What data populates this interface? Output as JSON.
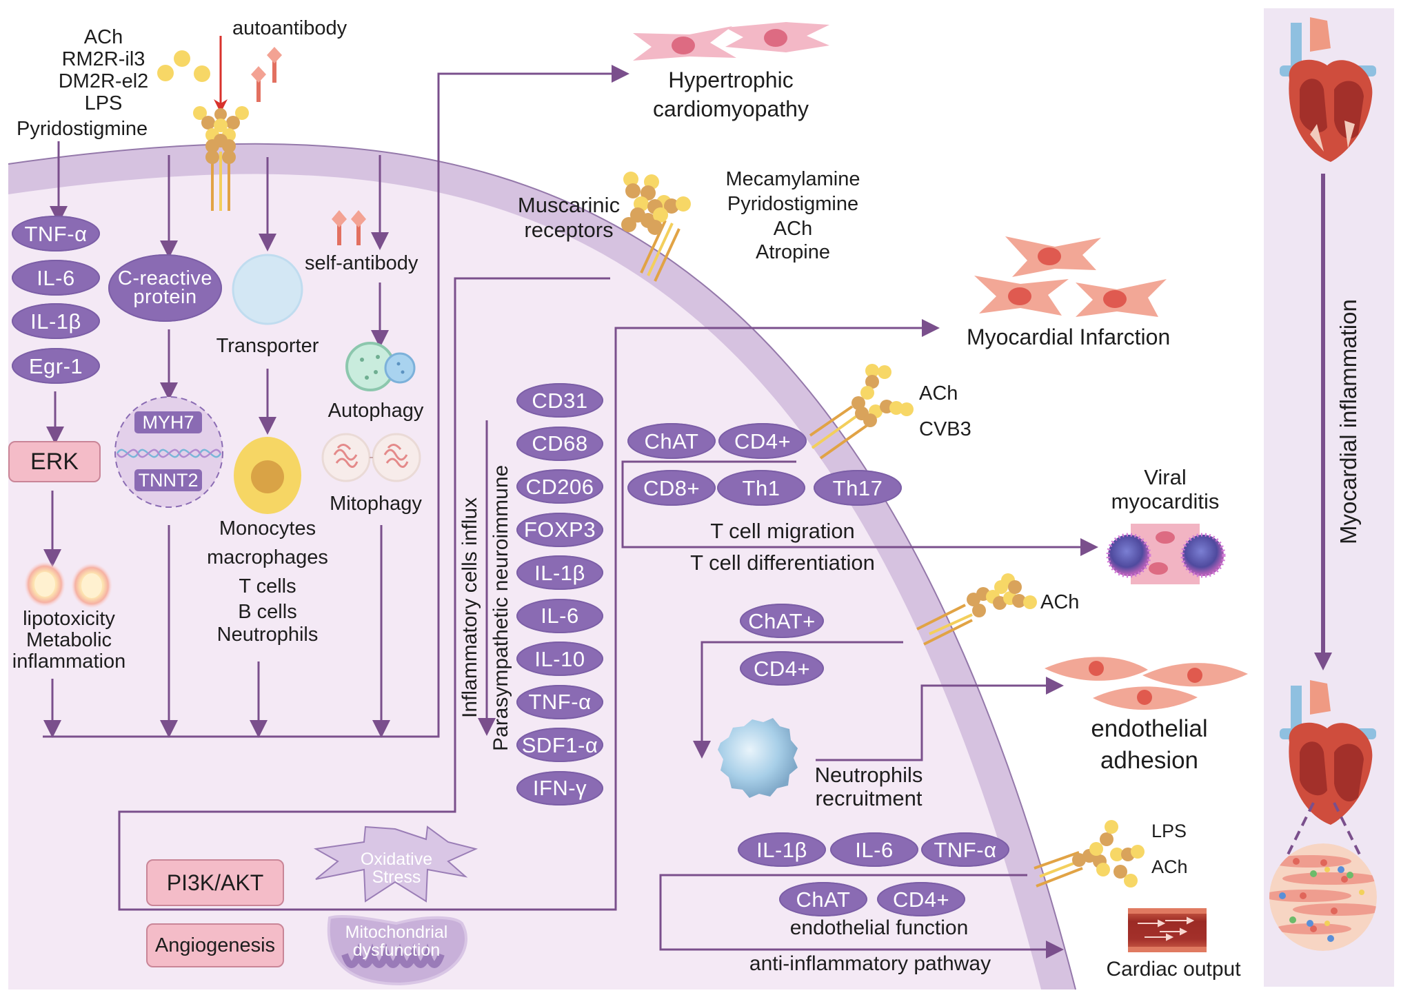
{
  "colors": {
    "cell_interior": "#f4e9f5",
    "membrane": "#d6c2e0",
    "pill": "#8a6bb3",
    "arrow": "#7a4f8c",
    "pink_box": "#f4bcc8",
    "right_panel": "#efe6f3"
  },
  "top_left_ligands": [
    "ACh",
    "RM2R-il3",
    "DM2R-el2",
    "LPS",
    "Pyridostigmine"
  ],
  "autoantibody_label": "autoantibody",
  "col1": {
    "cytokines": [
      "TNF-α",
      "IL-6",
      "IL-1β",
      "Egr-1"
    ],
    "erk": "ERK",
    "outcome_lines": [
      "lipotoxicity",
      "Metabolic",
      "inflammation"
    ]
  },
  "col2": {
    "crp_line1": "C-reactive",
    "crp_line2": "protein",
    "gene_top": "MYH7",
    "gene_bottom": "TNNT2"
  },
  "col3": {
    "transporter": "Transporter",
    "cells": [
      "Monocytes",
      "macrophages",
      "T cells",
      "B cells",
      "Neutrophils"
    ]
  },
  "col4": {
    "self_antibody": "self-antibody",
    "autophagy": "Autophagy",
    "mitophagy": "Mitophagy"
  },
  "muscarinic": {
    "label_line1": "Muscarinic",
    "label_line2": "receptors",
    "drugs": [
      "Mecamylamine",
      "Pyridostigmine",
      "ACh",
      "Atropine"
    ]
  },
  "hypertrophic": {
    "line1": "Hypertrophic",
    "line2": "cardiomyopathy"
  },
  "myocardial_infarction": "Myocardial Infarction",
  "vertical_labels": {
    "inflammatory": "Inflammatory cells influx",
    "parasympathetic": "Parasympathetic neuroimmune"
  },
  "markers_column": [
    "CD31",
    "CD68",
    "CD206",
    "FOXP3",
    "IL-1β",
    "IL-6",
    "IL-10",
    "TNF-α",
    "SDF1-α",
    "IFN-γ"
  ],
  "tcell": {
    "receptor_ligands": [
      "ACh",
      "CVB3"
    ],
    "row1": [
      "ChAT",
      "CD4+"
    ],
    "row2": [
      "CD8+",
      "Th1",
      "Th17"
    ],
    "migration": "T cell migration",
    "differentiation": "T cell differentiation"
  },
  "viral": {
    "line1": "Viral",
    "line2": "myocarditis"
  },
  "neutrophil": {
    "ligand": "ACh",
    "pills": [
      "ChAT+",
      "CD4+"
    ],
    "label_line1": "Neutrophils",
    "label_line2": "recruitment"
  },
  "endothelial_adhesion": {
    "line1": "endothelial",
    "line2": "adhesion"
  },
  "bottom_left": {
    "pi3k": "PI3K/AKT",
    "angiogenesis": "Angiogenesis",
    "oxidative_line1": "Oxidative",
    "oxidative_line2": "Stress",
    "mito_line1": "Mitochondrial",
    "mito_line2": "dysfunction"
  },
  "bottom_right": {
    "ligands": [
      "LPS",
      "ACh"
    ],
    "row1": [
      "IL-1β",
      "IL-6",
      "TNF-α"
    ],
    "row2": [
      "ChAT",
      "CD4+"
    ],
    "endothelial_function": "endothelial function",
    "anti_inflammatory": "anti-inflammatory pathway",
    "cardiac_output": "Cardiac output"
  },
  "right_panel": {
    "label": "Myocardial inflammation"
  }
}
